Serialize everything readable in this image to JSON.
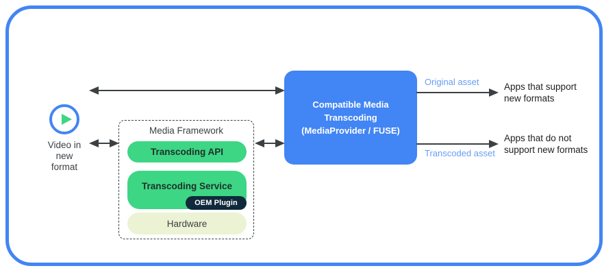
{
  "frame": {
    "border_color": "#4285F4"
  },
  "source": {
    "icon": "play-circle-icon",
    "caption": "Video in\nnew\nformat"
  },
  "media_framework": {
    "title": "Media Framework",
    "layers": [
      {
        "name": "transcoding-api",
        "label": "Transcoding API",
        "color": "#3DD684"
      },
      {
        "name": "transcoding-service",
        "label": "Transcoding Service",
        "color": "#3DD684"
      },
      {
        "name": "hardware",
        "label": "Hardware",
        "color": "#ECF3D4"
      }
    ],
    "plugin": {
      "label": "OEM Plugin",
      "color": "#102a3b"
    }
  },
  "cmt": {
    "label": "Compatible Media\nTranscoding\n(MediaProvider / FUSE)",
    "color": "#4285F4"
  },
  "outputs": [
    {
      "asset_label": "Original asset",
      "consumer_label": "Apps that support\nnew formats",
      "asset_color": "#669DF6"
    },
    {
      "asset_label": "Transcoded asset",
      "consumer_label": "Apps that do not\nsupport new formats",
      "asset_color": "#669DF6"
    }
  ],
  "connectors": [
    {
      "name": "source-to-cmt",
      "style": "double-headed"
    },
    {
      "name": "source-to-framework",
      "style": "double-headed"
    },
    {
      "name": "framework-to-cmt",
      "style": "double-headed"
    },
    {
      "name": "cmt-to-apps-support",
      "style": "single-headed"
    },
    {
      "name": "cmt-to-apps-nosupport",
      "style": "single-headed"
    }
  ]
}
